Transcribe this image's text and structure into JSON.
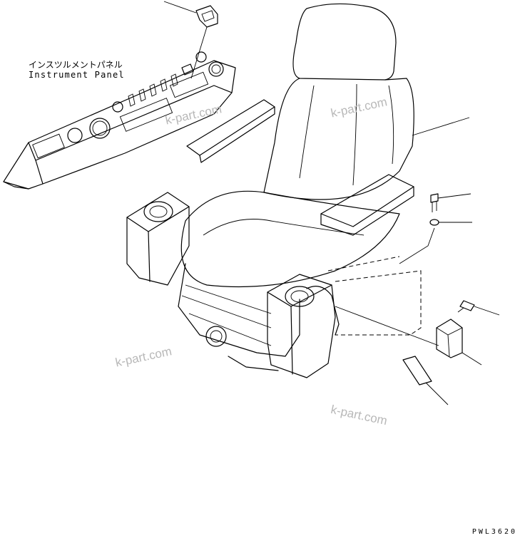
{
  "labels": {
    "instrument_panel_jp": "インスツルメントパネル",
    "instrument_panel_en": "Instrument Panel"
  },
  "watermarks": [
    "k-part.com",
    "k-part.com",
    "k-part.com",
    "k-part.com"
  ],
  "drawing_number": "PWL3620",
  "colors": {
    "line": "#000000",
    "watermark": "#b8b8b8",
    "background": "#ffffff"
  }
}
